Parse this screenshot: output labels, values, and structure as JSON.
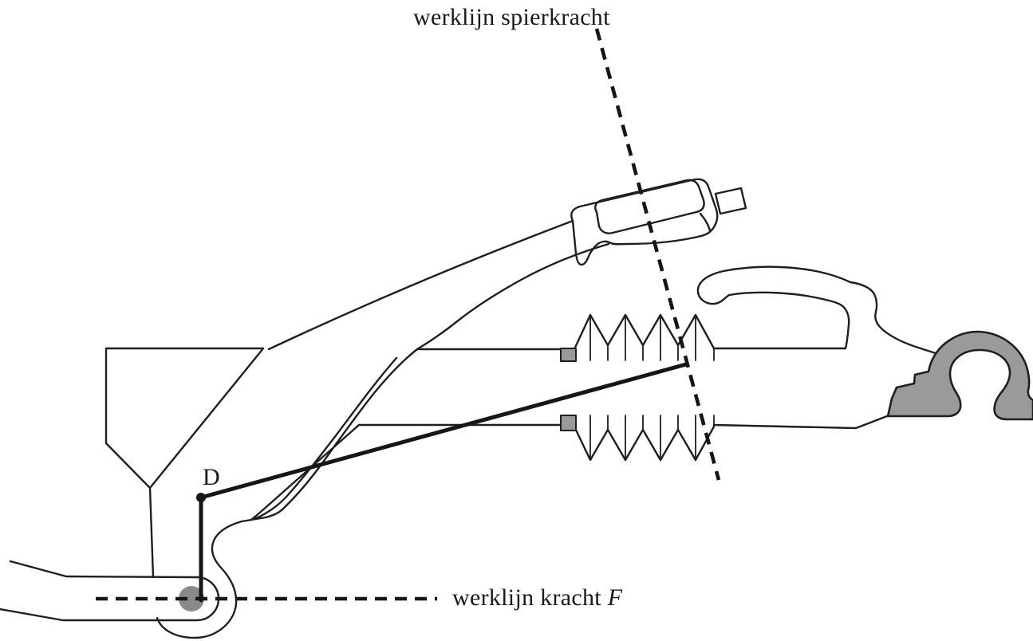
{
  "diagram": {
    "title_hint": "tool with pivot and lines of action",
    "labels": {
      "muscle_line": "werklijn spierkracht",
      "force_line_prefix": "werklijn kracht ",
      "force_symbol": "F",
      "point_d": "D"
    },
    "colors": {
      "outline": "#1f1f1f",
      "line_black": "#161616",
      "gray_fill": "#9a9a9a",
      "pivot_gray": "#8a8a8a",
      "text": "#1a1a1a",
      "background": "#ffffff"
    }
  }
}
